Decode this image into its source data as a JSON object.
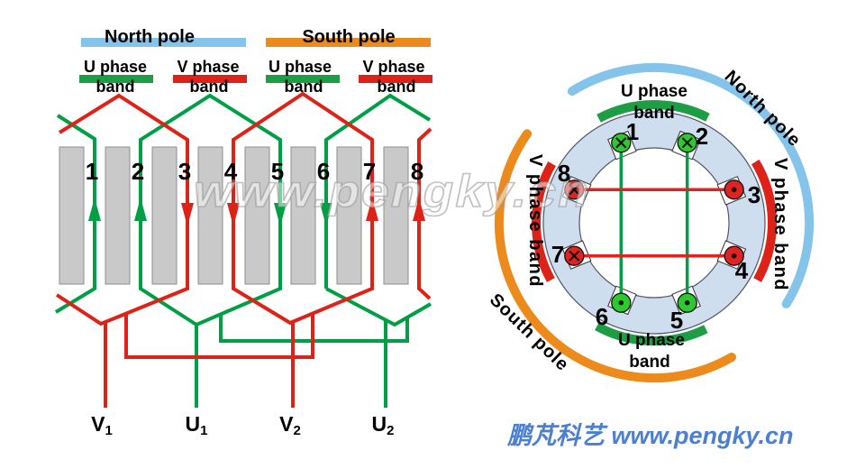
{
  "header": {
    "north_pole": "North pole",
    "south_pole": "South pole",
    "phase_bands": [
      {
        "line1": "U phase",
        "line2": "band"
      },
      {
        "line1": "V phase",
        "line2": "band"
      },
      {
        "line1": "U phase",
        "line2": "band"
      },
      {
        "line1": "V phase",
        "line2": "band"
      }
    ]
  },
  "left_diagram": {
    "slot_numbers": [
      "1",
      "2",
      "3",
      "4",
      "5",
      "6",
      "7",
      "8"
    ],
    "terminals": [
      {
        "letter": "V",
        "sub": "1"
      },
      {
        "letter": "U",
        "sub": "1"
      },
      {
        "letter": "V",
        "sub": "2"
      },
      {
        "letter": "U",
        "sub": "2"
      }
    ]
  },
  "circle_diagram": {
    "slot_numbers": [
      "1",
      "2",
      "3",
      "4",
      "5",
      "6",
      "7",
      "8"
    ],
    "labels": {
      "u_phase_top": {
        "line1": "U phase",
        "line2": "band"
      },
      "u_phase_bottom": {
        "line1": "U phase",
        "line2": "band"
      },
      "v_phase_right": "V phase band",
      "v_phase_left": "V phase band",
      "north_pole": "North pole",
      "south_pole": "South pole"
    }
  },
  "watermark": "www.pengky.cn",
  "branding": "鹏芃科艺 www.pengky.cn",
  "colors": {
    "winding_green": "#009f45",
    "winding_red": "#dd2217",
    "pole_blue": "#85c4ea",
    "pole_orange": "#ec8a1c",
    "band_green": "#1d9e45",
    "band_red": "#dd2217",
    "tooth_gray": "#c9c9c9",
    "ring_fill": "#cfdeef",
    "conductor_green": "#2ec92e",
    "conductor_red": "#e02222",
    "brand_blue": "#4b7fd0"
  }
}
